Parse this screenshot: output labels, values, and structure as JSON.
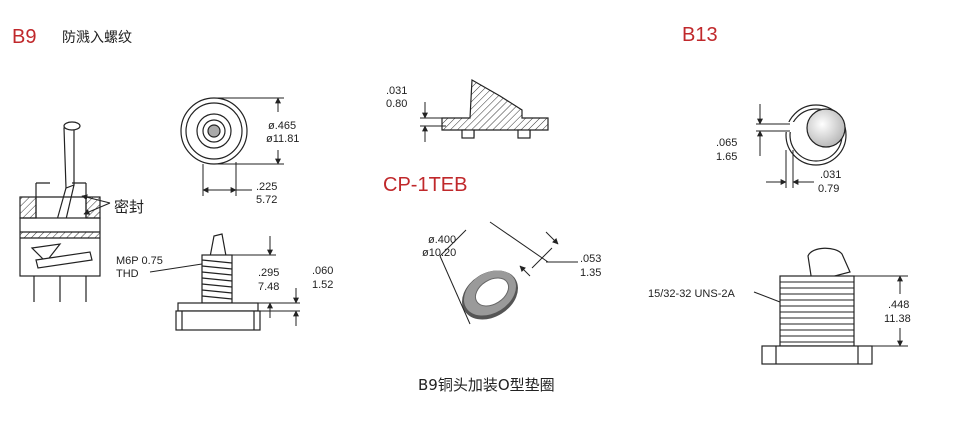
{
  "labels": {
    "b9_title": "B9",
    "b9_subtitle": "防溅入螺纹",
    "b13_title": "B13",
    "cp_title": "CP-1TEB",
    "seal_label": "密封",
    "bottom_caption": "B9铜头加装O型垫圈",
    "thread_m6": "M6P 0.75",
    "thread_thd": "THD",
    "thread_uns": "15/32-32 UNS-2A"
  },
  "dimensions": {
    "d465": "ø.465",
    "d1181": "ø11.81",
    "d225": ".225",
    "d572": "5.72",
    "d295": ".295",
    "d748": "7.48",
    "d060": ".060",
    "d152": "1.52",
    "d031a": ".031",
    "d080": "0.80",
    "d400": "ø.400",
    "d1020": "ø10.20",
    "d053": ".053",
    "d135": "1.35",
    "d065": ".065",
    "d165": "1.65",
    "d031b": ".031",
    "d079": "0.79",
    "d448": ".448",
    "d1138": "11.38"
  },
  "colors": {
    "accent_red": "#c0282b",
    "line": "#222222",
    "ring_gray": "#8a8a8a"
  }
}
